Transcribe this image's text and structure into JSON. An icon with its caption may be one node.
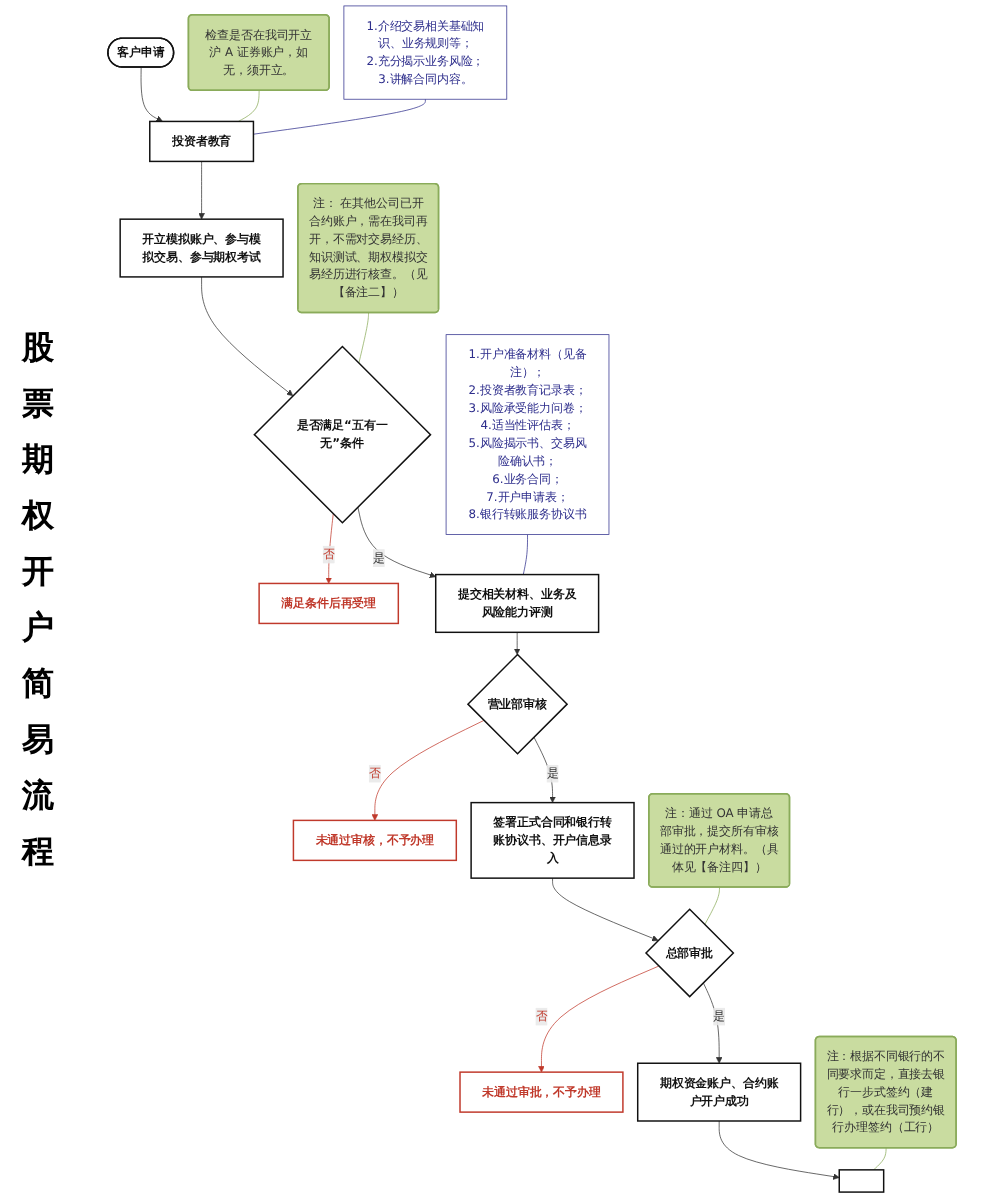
{
  "diagram": {
    "title": "股票期权开户简易流程",
    "nodes": [
      {
        "text": [
          "客户申请"
        ]
      },
      {
        "text": [
          "检查是否在我司开立沪 A 证券账户，如无，须开立。"
        ]
      },
      {
        "text": [
          "投资者教育"
        ]
      },
      {
        "text": [
          "1.介绍交易相关基础知识、业务规则等；",
          "2.充分揭示业务风险；",
          "3.讲解合同内容。"
        ]
      },
      {
        "text": [
          "开立模拟账户、参与模拟交易、参与期权考试"
        ]
      },
      {
        "text": [
          "满足条件后再受理"
        ]
      },
      {
        "text": [
          "是否满足“五有一无”条件"
        ]
      },
      {
        "text": [
          "注： 在其他公司已开合约账户，需在我司再开，不需对交易经历、知识测试、期权模拟交易经历进行核查。（见【备注二】）"
        ]
      },
      {
        "text": [
          "提交相关材料、业务及风险能力评测"
        ]
      },
      {
        "text": [
          "1.开户准备材料（见备注）；",
          "2.投资者教育记录表；",
          "3.风险承受能力问卷；",
          "4.适当性评估表；",
          "5.风险揭示书、交易风险确认书；",
          "6.业务合同；",
          "7.开户申请表；",
          "8.银行转账服务协议书"
        ]
      },
      {
        "text": [
          "营业部审核"
        ]
      },
      {
        "text": [
          "未通过审核，不予办理"
        ]
      },
      {
        "text": [
          "签署正式合同和银行转账协议书、开户信息录入"
        ]
      },
      {
        "text": [
          "注：通过 OA 申请总部审批，提交所有审核通过的开户材料。（具体见【备注四】）"
        ]
      },
      {
        "text": [
          "总部审批"
        ]
      },
      {
        "text": [
          "未通过审批，不予办理"
        ]
      },
      {
        "text": [
          "期权资金账户、合约账户开户成功"
        ]
      },
      {
        "text": [
          "注：根据不同银行的不同要求而定，直接去银行一步式签约（建行），或在我司预约银行办理签约（工行）"
        ]
      },
      {
        "text": [],
        "shape": "box"
      }
    ],
    "edges": [
      {
        "from": 0,
        "to": 2,
        "arrow": "to"
      },
      {
        "from": 1,
        "to": 2,
        "arrow": "none",
        "color": "#8aab5a"
      },
      {
        "from": 3,
        "to": 2,
        "arrow": "none",
        "color": "#2e2e8c"
      },
      {
        "from": 2,
        "to": 4,
        "arrow": "to"
      },
      {
        "from": 4,
        "to": 6,
        "arrow": "to"
      },
      {
        "from": 6,
        "to": 5,
        "arrow": "to",
        "label": "否",
        "color": "#c0392b"
      },
      {
        "from": 7,
        "to": 6,
        "arrow": "none",
        "color": "#8aab5a"
      },
      {
        "from": 6,
        "to": 8,
        "arrow": "to",
        "label": "是"
      },
      {
        "from": 9,
        "to": 8,
        "arrow": "none",
        "color": "#2e2e8c"
      },
      {
        "from": 8,
        "to": 10,
        "arrow": "to"
      },
      {
        "from": 10,
        "to": 11,
        "arrow": "to",
        "label": "否",
        "color": "#c0392b"
      },
      {
        "from": 10,
        "to": 12,
        "arrow": "to",
        "label": "是"
      },
      {
        "from": 12,
        "to": 14,
        "arrow": "to"
      },
      {
        "from": 13,
        "to": 14,
        "arrow": "none",
        "color": "#8aab5a"
      },
      {
        "from": 14,
        "to": 15,
        "arrow": "to",
        "label": "否",
        "color": "#c0392b"
      },
      {
        "from": 14,
        "to": 16,
        "arrow": "to",
        "label": "是"
      },
      {
        "from": 16,
        "to": 18,
        "arrow": "to"
      },
      {
        "from": 17,
        "to": 18,
        "arrow": "none",
        "color": "#8aab5a"
      }
    ]
  }
}
